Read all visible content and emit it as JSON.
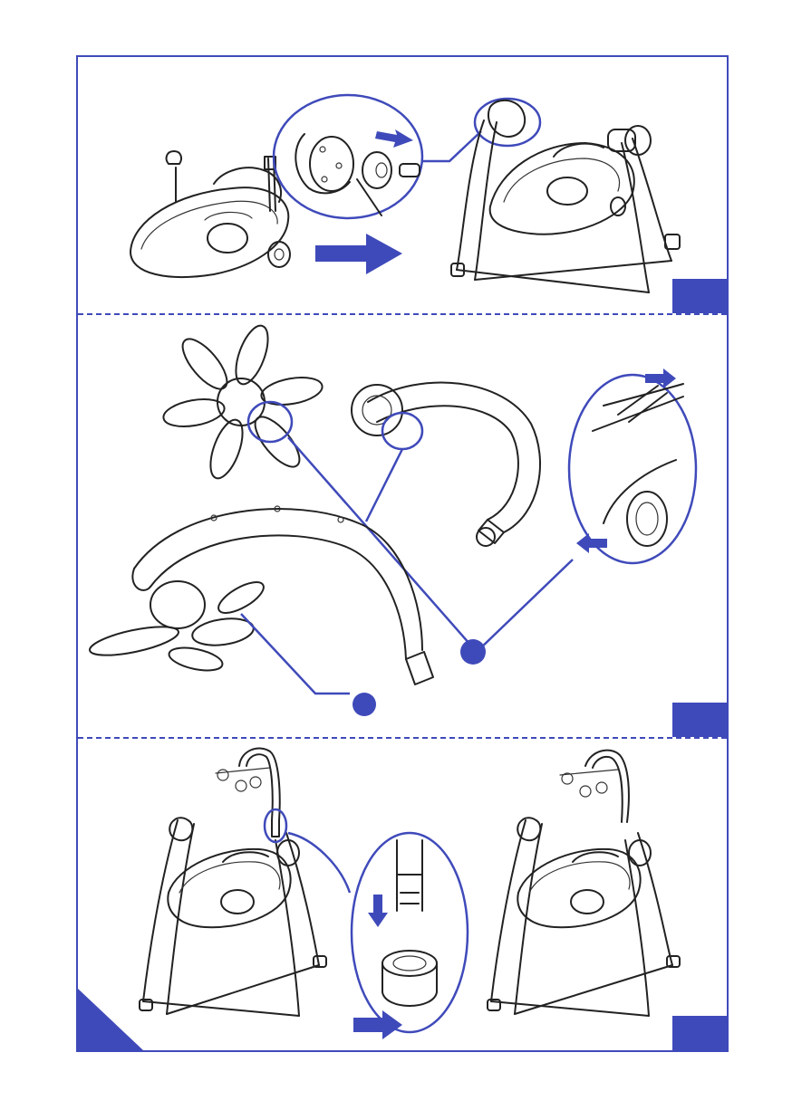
{
  "colors": {
    "accent": "#3f4aba",
    "line": "#222222",
    "background": "#ffffff"
  },
  "panels": [
    {
      "name": "attach-toy-bar-to-swing",
      "arrow_direction": "right"
    },
    {
      "name": "attach-flower-toy-to-arch",
      "markers": 2
    },
    {
      "name": "insert-toy-arch-into-frame",
      "arrow_direction": "right"
    }
  ]
}
